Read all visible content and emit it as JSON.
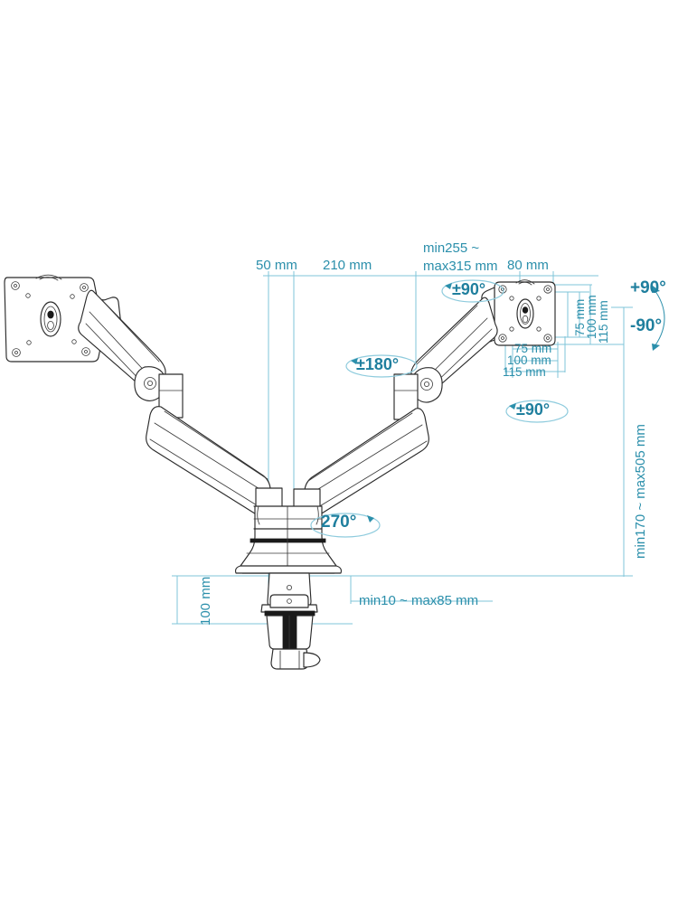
{
  "document": {
    "type": "technical-dimension-drawing",
    "subject": "Dual monitor gas-spring desk mount",
    "background_color": "#ffffff",
    "line_color": "#2b2b2b",
    "dimension_color": "#2b8fab"
  },
  "dimensions": {
    "width_50": "50 mm",
    "width_210": "210 mm",
    "reach_min_max": "min255 ~",
    "reach_min_max2": "max315 mm",
    "width_80": "80 mm",
    "vesa_h_75": "75 mm",
    "vesa_h_100": "100 mm",
    "vesa_h_115": "115 mm",
    "vesa_v_75": "75 mm",
    "vesa_v_100": "100 mm",
    "vesa_v_115": "115 mm",
    "height_range": "min170 ~ max505 mm",
    "clamp_thickness": "min10 ~ max85 mm",
    "post_height": "100 mm"
  },
  "angles": {
    "rotate_90_top": "±90°",
    "rotate_180": "±180°",
    "rotate_90_mid": "±90°",
    "tilt_up": "+90°",
    "tilt_down": "-90°",
    "swivel_270": "270°"
  }
}
